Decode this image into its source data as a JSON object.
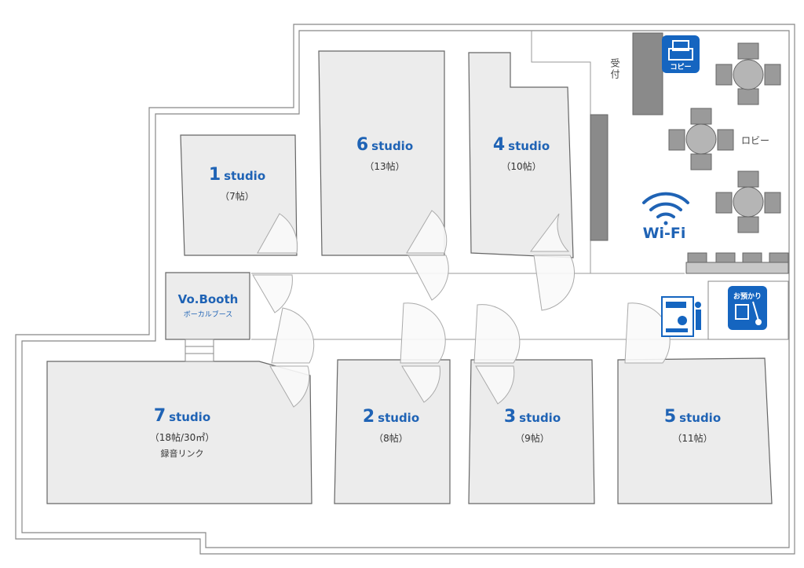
{
  "rooms": {
    "studio1": {
      "number": "1",
      "word": "studio",
      "size": "（7帖）"
    },
    "studio6": {
      "number": "6",
      "word": "studio",
      "size": "（13帖）"
    },
    "studio4": {
      "number": "4",
      "word": "studio",
      "size": "（10帖）"
    },
    "studio7": {
      "number": "7",
      "word": "studio",
      "size": "（18帖/30㎡）",
      "note": "録音リンク"
    },
    "studio2": {
      "number": "2",
      "word": "studio",
      "size": "（8帖）"
    },
    "studio3": {
      "number": "3",
      "word": "studio",
      "size": "（9帖）"
    },
    "studio5": {
      "number": "5",
      "word": "studio",
      "size": "（11帖）"
    }
  },
  "vocal_booth": {
    "title": "Vo.Booth",
    "subtitle": "ボーカルブース"
  },
  "reception": {
    "label": "受付"
  },
  "lobby": {
    "label": "ロビー"
  },
  "wifi": {
    "label": "Wi-Fi"
  },
  "copy": {
    "label": "コピー"
  },
  "storage": {
    "label": "お預かり"
  },
  "colors": {
    "accent": "#1f63b5",
    "room_fill": "#ececec",
    "badge": "#1565c0",
    "wall": "#777777"
  },
  "icons": [
    "copier-icon",
    "wifi-icon",
    "vending-machine-icon",
    "storage-icon",
    "table-chairs-icon"
  ]
}
